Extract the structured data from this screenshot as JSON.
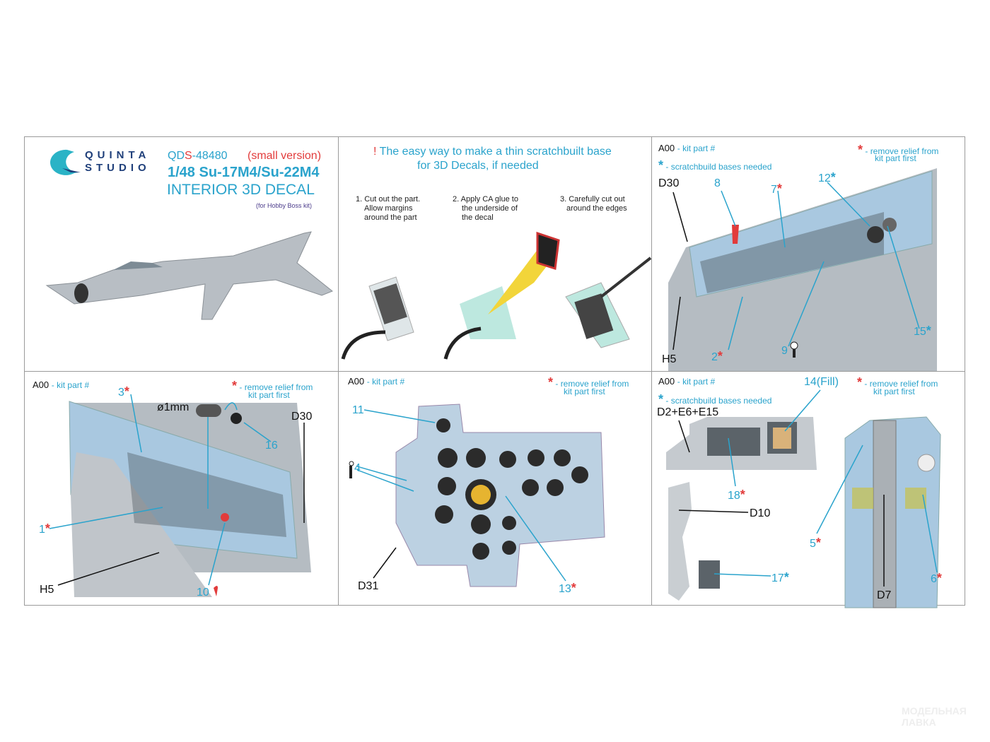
{
  "brand": {
    "line1": "QUINTA",
    "line2": "STUDIO"
  },
  "product": {
    "code_prefix": "QD",
    "code_s": "S",
    "code_number": "-48480",
    "version": "(small version)",
    "title": "1/48 Su-17M4/Su-22M4",
    "subtitle": "INTERIOR 3D DECAL",
    "kit_note": "(for Hobby Boss kit)"
  },
  "howto": {
    "exclaim": "!",
    "title_line1": "The easy way to make a thin scratchbuilt base",
    "title_line2": "for 3D Decals, if needed",
    "steps": [
      {
        "l1": "1. Cut out the part.",
        "l2": "Allow margins",
        "l3": "around the part"
      },
      {
        "l1": "2. Apply CA glue to",
        "l2": "the underside of",
        "l3": "the decal"
      },
      {
        "l1": "3. Carefully cut out",
        "l2": "around the edges",
        "l3": ""
      }
    ]
  },
  "legend": {
    "kit_code": "A00",
    "kit_part": "- kit part #",
    "scratch": "- scratchbuild bases needed",
    "remove1": "- remove relief from",
    "remove2": "kit part first",
    "star": "*"
  },
  "panel3": {
    "labels": [
      "D30",
      "8",
      "7",
      "12",
      "H5",
      "2",
      "9",
      "15"
    ]
  },
  "panel4": {
    "labels": [
      "3",
      "ø1mm",
      "D30",
      "16",
      "1",
      "H5",
      "10"
    ]
  },
  "panel5": {
    "labels": [
      "11",
      "4",
      "D31",
      "13"
    ]
  },
  "panel6": {
    "labels": [
      "14(Fill)",
      "D2+E6+E15",
      "18",
      "D10",
      "17",
      "5",
      "6",
      "D7"
    ]
  },
  "watermark": {
    "line1": "МОДЕЛЬНАЯ",
    "line2": "ЛАВКА"
  }
}
